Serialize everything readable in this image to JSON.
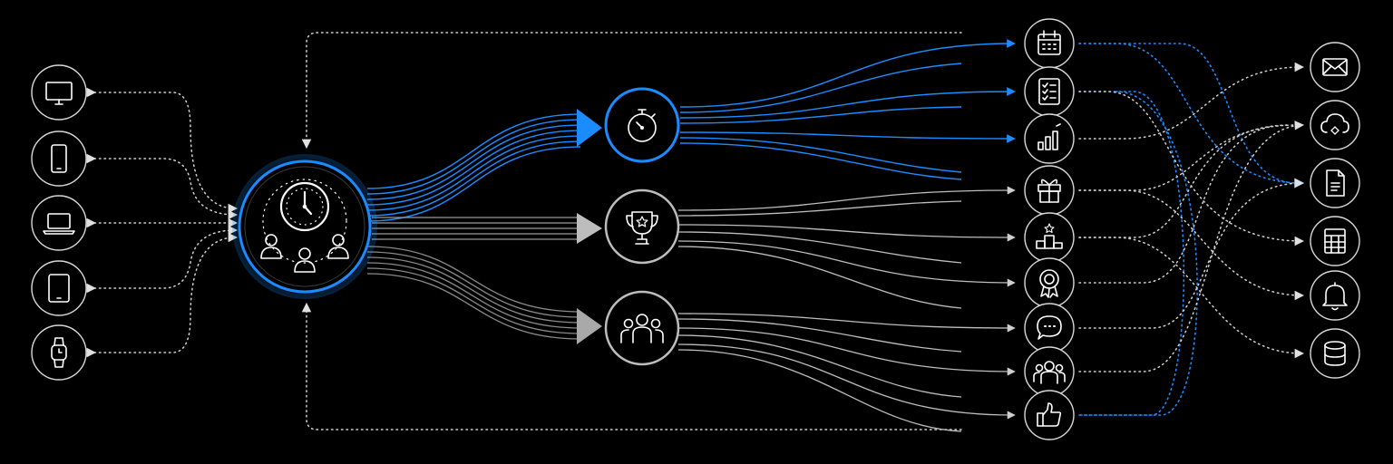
{
  "colors": {
    "background": "#000000",
    "accent_blue": "#1a8cff",
    "stream_gray": "#a9a9a9",
    "connector_white": "#d0d0d0"
  },
  "devices": [
    "monitor-icon",
    "smartphone-icon",
    "laptop-icon",
    "tablet-icon",
    "smartwatch-icon"
  ],
  "hub": {
    "icon": "clock-with-team-icon",
    "highlight": "accent_blue"
  },
  "stages": [
    {
      "icon": "stopwatch-icon",
      "highlight": "accent_blue"
    },
    {
      "icon": "trophy-icon",
      "highlight": "stream_gray"
    },
    {
      "icon": "team-icon",
      "highlight": "stream_gray"
    }
  ],
  "features": [
    "calendar-icon",
    "checklist-icon",
    "bar-chart-icon",
    "gift-icon",
    "podium-icon",
    "award-ribbon-icon",
    "chat-bubble-icon",
    "group-icon",
    "thumbs-up-icon"
  ],
  "outputs": [
    "envelope-icon",
    "cloud-sync-icon",
    "document-icon",
    "spreadsheet-icon",
    "bell-icon",
    "database-icon"
  ]
}
